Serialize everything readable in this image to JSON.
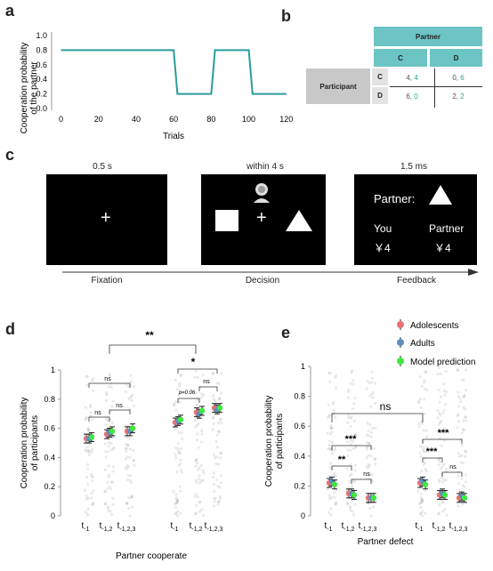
{
  "labels": {
    "a": "a",
    "b": "b",
    "c": "c",
    "d": "d",
    "e": "e"
  },
  "panel_a": {
    "ylabel_line1": "Cooperation probability",
    "ylabel_line2": "of the partner",
    "xlabel": "Trials",
    "xticks": [
      "0",
      "20",
      "40",
      "60",
      "80",
      "100",
      "120"
    ],
    "yticks": [
      "0.0",
      "0.2",
      "0.4",
      "0.6",
      "0.8",
      "1.0"
    ],
    "line_color": "#2a9d9b",
    "chart_data": {
      "type": "line",
      "x": [
        0,
        60,
        62,
        80,
        82,
        100,
        102,
        120
      ],
      "y": [
        0.8,
        0.8,
        0.2,
        0.2,
        0.8,
        0.8,
        0.2,
        0.2
      ],
      "xlim": [
        -5,
        122
      ],
      "ylim": [
        0,
        1.0
      ]
    }
  },
  "panel_b": {
    "partner": "Partner",
    "participant": "Participant",
    "col_c": "C",
    "col_d": "D",
    "row_c": "C",
    "row_d": "D",
    "cc_a": "4",
    "cc_b": "4",
    "cd_a": "0",
    "cd_b": "6",
    "dc_a": "6",
    "dc_b": "0",
    "dd_a": "2",
    "dd_b": "2",
    "header_color": "#6cc4c4"
  },
  "panel_c": {
    "times": [
      "0.5 s",
      "within 4 s",
      "1.5 ms"
    ],
    "phases": [
      "Fixation",
      "Decision",
      "Feedback"
    ],
    "fixation": "+",
    "decision_cross": "+",
    "feedback_partner": "Partner:",
    "feedback_you": "You",
    "feedback_partner2": "Partner",
    "feedback_you_val": "￥4",
    "feedback_partner_val": "￥4"
  },
  "panel_d": {
    "ylabel_line1": "Cooperation probability",
    "ylabel_line2": "of participants",
    "xlabel": "Partner cooperate",
    "yticks": [
      "0",
      "0.2",
      "0.4",
      "0.6",
      "0.8",
      "1"
    ],
    "xticks": [
      "t-1",
      "t-1,2",
      "t-1,2,3",
      "t-1",
      "t-1,2",
      "t-1,2,3"
    ],
    "sig": {
      "top": "**",
      "inner_star": "*",
      "p": "p=0.06",
      "ns": "ns"
    },
    "chart_data": {
      "type": "scatter",
      "categories": [
        "t-1",
        "t-1,2",
        "t-1,2,3",
        "t-1",
        "t-1,2",
        "t-1,2,3"
      ],
      "series": [
        {
          "name": "Adolescents",
          "values": [
            0.53,
            0.56,
            0.58,
            0.64,
            0.71,
            0.74
          ]
        },
        {
          "name": "Adults",
          "values": [
            0.53,
            0.57,
            0.58,
            0.65,
            0.7,
            0.73
          ]
        },
        {
          "name": "Model prediction",
          "values": [
            0.54,
            0.58,
            0.6,
            0.66,
            0.72,
            0.74
          ]
        }
      ],
      "ylim": [
        0,
        1
      ]
    }
  },
  "panel_e": {
    "ylabel_line1": "Cooperation probability",
    "ylabel_line2": "of participants",
    "xlabel": "Partner defect",
    "yticks": [
      "0",
      "0.2",
      "0.4",
      "0.6",
      "0.8",
      "1"
    ],
    "xticks": [
      "t-1",
      "t-1,2",
      "t-1,2,3",
      "t-1",
      "t-1,2",
      "t-1,2,3"
    ],
    "sig": {
      "top": "ns",
      "s3": "***",
      "s2": "**",
      "ns": "ns"
    },
    "legend": [
      "Adolescents",
      "Adults",
      "Model prediction"
    ],
    "legend_colors": [
      "#e87272",
      "#5f8fbf",
      "#3fe83f"
    ],
    "chart_data": {
      "type": "scatter",
      "categories": [
        "t-1",
        "t-1,2",
        "t-1,2,3",
        "t-1",
        "t-1,2",
        "t-1,2,3"
      ],
      "series": [
        {
          "name": "Adolescents",
          "values": [
            0.22,
            0.15,
            0.12,
            0.22,
            0.14,
            0.12
          ]
        },
        {
          "name": "Adults",
          "values": [
            0.23,
            0.15,
            0.12,
            0.23,
            0.15,
            0.13
          ]
        },
        {
          "name": "Model prediction",
          "values": [
            0.21,
            0.14,
            0.12,
            0.21,
            0.14,
            0.12
          ]
        }
      ],
      "ylim": [
        0,
        1
      ]
    }
  }
}
